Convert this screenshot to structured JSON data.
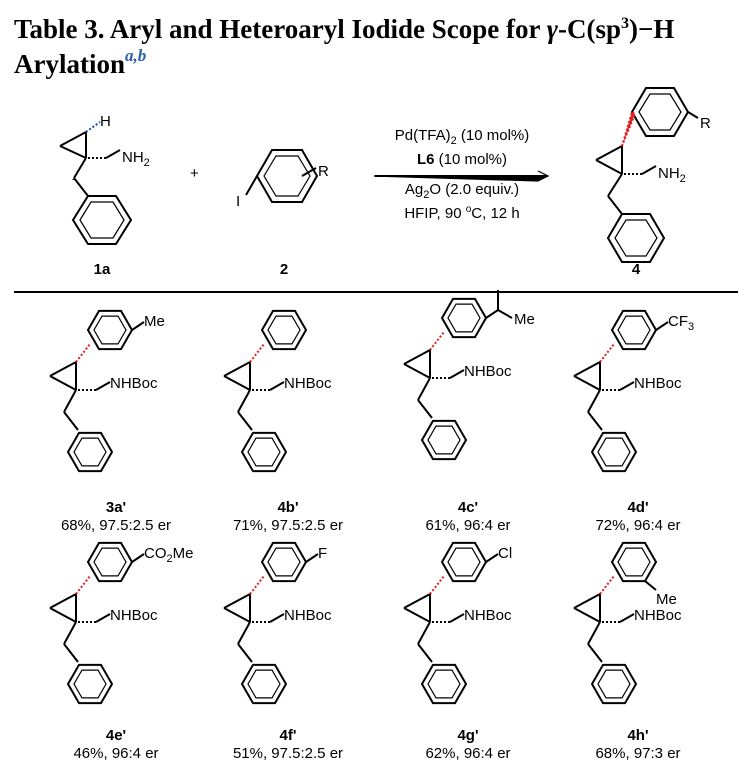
{
  "title": {
    "prefix": "Table 3. Aryl and Heteroaryl Iodide Scope for ",
    "gamma": "γ",
    "mid1": "-C(sp",
    "sup3": "3",
    "mid2": ")−H",
    "line2": "Arylation",
    "footnote": "a,b"
  },
  "scheme": {
    "reactant1_label": "1a",
    "plus": "+",
    "reactant2_label": "2",
    "product_label": "4",
    "conditions": {
      "line1_a": "Pd(TFA)",
      "line1_sub": "2",
      "line1_b": " (10 mol%)",
      "line2_bold": "L6",
      "line2_rest": " (10 mol%)",
      "line3_a": "Ag",
      "line3_sub": "2",
      "line3_b": "O (2.0 equiv.)",
      "line4_a": "HFIP, 90 ",
      "line4_sup": "o",
      "line4_b": "C, 12 h"
    },
    "atoms": {
      "H": "H",
      "NH": "NH",
      "two": "2",
      "I": "I",
      "R": "R"
    }
  },
  "entries": [
    {
      "id": "3a'",
      "result": "68%, 97.5:2.5 er",
      "sub": "Me"
    },
    {
      "id": "4b'",
      "result": "71%, 97.5:2.5 er",
      "sub": ""
    },
    {
      "id": "4c'",
      "result": "61%, 96:4 er",
      "sub": "iPr",
      "sub_label": "Me"
    },
    {
      "id": "4d'",
      "result": "72%, 96:4 er",
      "sub": "CF3",
      "sub_a": "CF",
      "sub_b": "3"
    },
    {
      "id": "4e'",
      "result": "46%, 96:4 er",
      "sub": "CO2Me",
      "sub_a": "CO",
      "sub_b": "2",
      "sub_c": "Me"
    },
    {
      "id": "4f'",
      "result": "51%, 97.5:2.5 er",
      "sub": "F"
    },
    {
      "id": "4g'",
      "result": "62%, 96:4 er",
      "sub": "Cl"
    },
    {
      "id": "4h'",
      "result": "68%, 97:3 er",
      "sub": "Me",
      "meta": true
    }
  ],
  "nhboc": "NHBoc",
  "colors": {
    "red_bond": "#e02020",
    "blue_bond": "#2040c0",
    "footnote": "#2b5ea8"
  }
}
